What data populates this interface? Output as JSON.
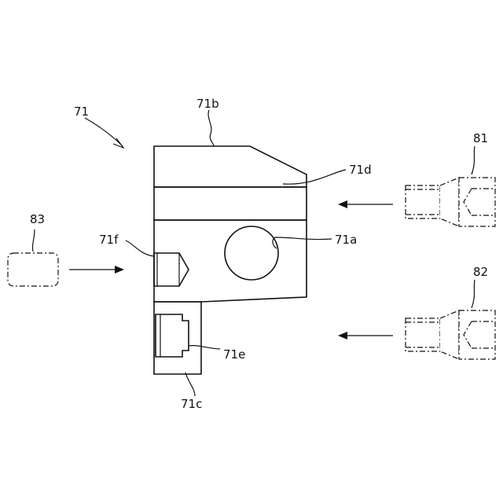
{
  "labels": {
    "part_71": "71",
    "part_71b": "71b",
    "part_71d": "71d",
    "part_71a": "71a",
    "part_71f": "71f",
    "part_71e": "71e",
    "part_71c": "71c",
    "part_81": "81",
    "part_82": "82",
    "part_83": "83"
  },
  "colors": {
    "ink": "#111111",
    "paper": "#ffffff"
  }
}
